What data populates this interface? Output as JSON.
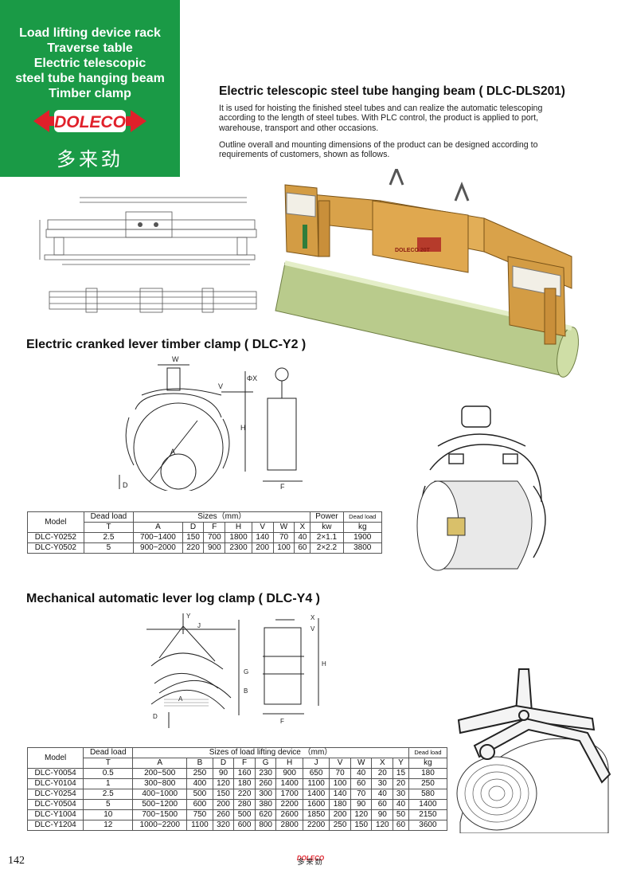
{
  "header": {
    "categories": [
      "Load lifting device rack",
      "Traverse table",
      "Electric telescopic",
      "steel tube hanging beam",
      "Timber clamp"
    ],
    "brand": "DOLECO",
    "brand_cn": "多来劲"
  },
  "beam": {
    "title": "Electric telescopic steel tube hanging beam ( DLC-DLS201)",
    "para1": [
      "It is used for hoisting the finished steel tubes and can realize the automatic telescoping",
      "according to the length of steel tubes. With PLC control, the product is applied to port,",
      "warehouse, transport and other occasions."
    ],
    "para2": [
      "Outline overall and mounting dimensions of the product can be designed according to",
      "requirements of customers, shown as follows."
    ],
    "machine_label": "DOLECO 20T"
  },
  "y2": {
    "title": "Electric cranked lever timber clamp ( DLC-Y2 )",
    "dim_labels": [
      "W",
      "V",
      "ΦX",
      "H",
      "A",
      "D",
      "F"
    ],
    "table": {
      "h_model": "Model",
      "h_dead": "Dead load",
      "h_sizes": "Sizes（mm）",
      "h_power": "Power",
      "h_dead2": "Dead load",
      "sub": [
        "T",
        "A",
        "D",
        "F",
        "H",
        "V",
        "W",
        "X",
        "kw",
        "kg"
      ],
      "rows": [
        [
          "DLC-Y0252",
          "2.5",
          "700~1400",
          "150",
          "700",
          "1800",
          "140",
          "70",
          "40",
          "2×1.1",
          "1900"
        ],
        [
          "DLC-Y0502",
          "5",
          "900~2000",
          "220",
          "900",
          "2300",
          "200",
          "100",
          "60",
          "2×2.2",
          "3800"
        ]
      ]
    }
  },
  "y4": {
    "title": "Mechanical automatic lever log clamp ( DLC-Y4 )",
    "dim_labels": [
      "Y",
      "J",
      "A",
      "G",
      "B",
      "D",
      "F",
      "X",
      "V",
      "H"
    ],
    "table": {
      "h_model": "Model",
      "h_dead": "Dead load",
      "h_sizes": "Sizes of load lifting device （mm）",
      "h_dead2": "Dead load",
      "sub": [
        "T",
        "A",
        "B",
        "D",
        "F",
        "G",
        "H",
        "J",
        "V",
        "W",
        "X",
        "Y",
        "kg"
      ],
      "rows": [
        [
          "DLC-Y0054",
          "0.5",
          "200~500",
          "250",
          "90",
          "160",
          "230",
          "900",
          "650",
          "70",
          "40",
          "20",
          "15",
          "180"
        ],
        [
          "DLC-Y0104",
          "1",
          "300~800",
          "400",
          "120",
          "180",
          "260",
          "1400",
          "1100",
          "100",
          "60",
          "30",
          "20",
          "250"
        ],
        [
          "DLC-Y0254",
          "2.5",
          "400~1000",
          "500",
          "150",
          "220",
          "300",
          "1700",
          "1400",
          "140",
          "70",
          "40",
          "30",
          "580"
        ],
        [
          "DLC-Y0504",
          "5",
          "500~1200",
          "600",
          "200",
          "280",
          "380",
          "2200",
          "1600",
          "180",
          "90",
          "60",
          "40",
          "1400"
        ],
        [
          "DLC-Y1004",
          "10",
          "700~1500",
          "750",
          "260",
          "500",
          "620",
          "2600",
          "1850",
          "200",
          "120",
          "90",
          "50",
          "2150"
        ],
        [
          "DLC-Y1204",
          "12",
          "1000~2200",
          "1100",
          "320",
          "600",
          "800",
          "2800",
          "2200",
          "250",
          "150",
          "120",
          "60",
          "3600"
        ]
      ]
    }
  },
  "footer": {
    "page": "142",
    "brand": "DOLECO",
    "brand_cn": "多来劲"
  },
  "colors": {
    "green": "#1a9a46",
    "logo_red": "#e0202a",
    "machine": "#d9a24a",
    "pipe": "#b8c98a"
  }
}
